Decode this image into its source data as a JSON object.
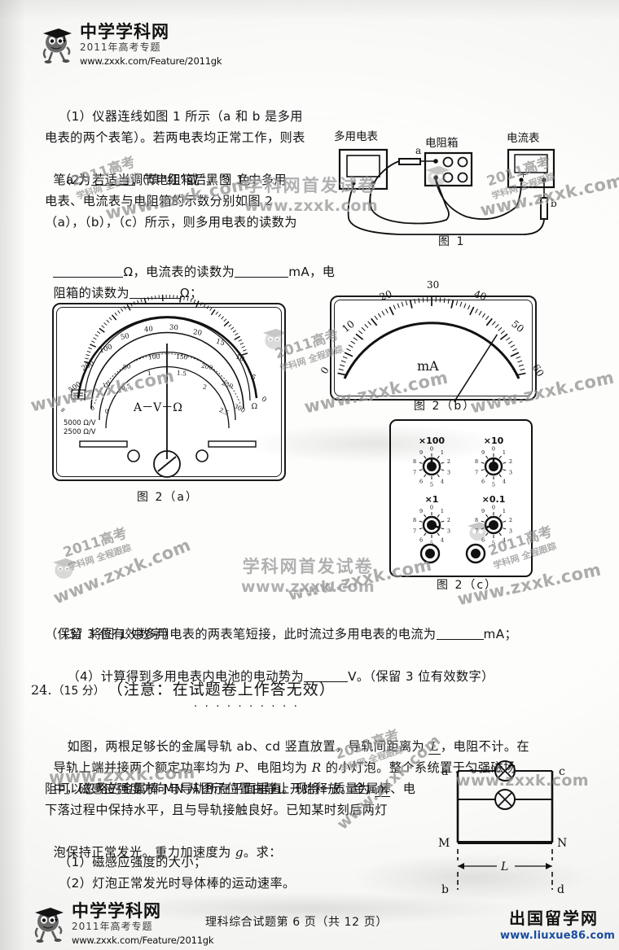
{
  "header": {
    "logo_cn": "中学学科网",
    "logo_sub": "2011年高考专题",
    "logo_url": "www.zxxk.com/Feature/2011gk"
  },
  "question23": {
    "p1": "（1）仪器连线如图 1 所示（a 和 b 是多用",
    "p1b": "电表的两个表笔）。若两电表均正常工作，则表",
    "p1c_pre": "笔a 为",
    "p1c_post": "（填“红”或“黑”）色；",
    "p2a": "（2）若适当调节电阻箱后，图 1 中多用",
    "p2b": "电表、电流表与电阻箱的示数分别如图 2",
    "p2c": "（a），（b），（c）所示，则多用电表的读数为",
    "p2d_pre": "",
    "p2d_mid": "Ω，电流表的读数为",
    "p2d_post": "mA，电",
    "p2e_pre": "阻箱的读数为",
    "p2e_post": "Ω；",
    "p3_pre": "（3）将图 1 中多用电表的两表笔短接，此时流过多用电表的电流为",
    "p3_post": "mA；",
    "p3b": "（保留 3 位有效数字）",
    "p4_pre": "（4）计算得到多用电表内电池的电动势为",
    "p4_post": "V。（保留 3 位有效数字）"
  },
  "fig1": {
    "caption": "图 1",
    "label_multimeter": "多用电表",
    "label_resistance_box": "电阻箱",
    "label_ammeter": "电流表",
    "probe_a": "a",
    "probe_b": "b",
    "ammeter_plus": "+",
    "ammeter_minus": "-"
  },
  "fig2a": {
    "caption": "图 2（a）",
    "center_label": "A－V－Ω",
    "sens1": "5000 Ω/V",
    "sens2": "2500 Ω/V",
    "ohm_unit": "Ω",
    "scale_ohm": [
      "∞",
      "500",
      "200",
      "100",
      "50",
      "40",
      "30",
      "20",
      "15",
      "10",
      "5",
      "0"
    ],
    "scale_mid": [
      "0",
      "10",
      "50",
      "100",
      "150",
      "200",
      "250",
      "300"
    ],
    "scale_dc": [
      "0",
      "0.5",
      "1",
      "1.5",
      "2",
      "2.5"
    ],
    "scale_dc2": [
      "0",
      "2",
      "4",
      "6",
      "8",
      "10"
    ],
    "scale_ac": [
      "0",
      "10",
      "20",
      "30",
      "40",
      "50"
    ]
  },
  "fig2b": {
    "caption": "图 2（b）",
    "unit": "mA",
    "ticks": [
      "0",
      "10",
      "20",
      "30",
      "40",
      "50",
      "60"
    ],
    "range_max": 60,
    "needle_value": 48.5
  },
  "fig2c": {
    "caption": "图 2（c）",
    "dials": [
      {
        "multiplier": "×100",
        "value": 0
      },
      {
        "multiplier": "×10",
        "value": 0
      },
      {
        "multiplier": "×1",
        "value": 3
      },
      {
        "multiplier": "×0.1",
        "value": 7
      }
    ],
    "dial_digits": [
      "0",
      "1",
      "2",
      "3",
      "4",
      "5",
      "6",
      "7",
      "8",
      "9"
    ]
  },
  "question24": {
    "number": "24.",
    "score": "（15 分）",
    "notice": "（注意：在试题卷上作答无效）",
    "l1": "如图，两根足够长的金属导轨 ab、cd 竖直放置，导轨间距离为 ",
    "l1_var": "L",
    "l1_end": "，电阻不计。在",
    "l2a": "导轨上端并接两个额定功率均为 ",
    "l2_p": "P",
    "l2b": "、电阻均为 ",
    "l2_r": "R",
    "l2c": " 的小灯泡。整个系统置于匀强磁场",
    "l3a": "中，磁感应强度方向与导轨所在平面垂直。现将一质量为 ",
    "l3_m": "m",
    "l3b": "、电",
    "l4": "阻可以忽略的金属棒 MN 从图示位置由静止开始释放。金属棒",
    "l5": "下落过程中保持水平，且与导轨接触良好。已知某时刻后两灯",
    "l6a": "泡保持正常发光。重力加速度为 ",
    "l6_g": "g",
    "l6b": "。求：",
    "sub1": "（1）磁感应强度的大小；",
    "sub2": "（2）灯泡正常发光时导体棒的运动速率。"
  },
  "fig24": {
    "rail_left_top": "a",
    "rail_right_top": "c",
    "rail_left_bottom": "b",
    "rail_right_bottom": "d",
    "bar_left": "M",
    "bar_right": "N",
    "dim_label": "L"
  },
  "watermarks": {
    "url": "www.zxxk.com",
    "badge_year": "2011高考",
    "badge_sub": "学科网 全程跟踪",
    "center_line1": "学科网首发试卷",
    "center_line2": "www.zxxk.com"
  },
  "footer": {
    "logo_cn": "中学学科网",
    "logo_sub": "2011年高考专题",
    "logo_url": "www.zxxk.com/Feature/2011gk",
    "page_info": "理科综合试题第 6 页（共 12 页）",
    "right_cn": "出国留学网",
    "right_url": "www.liuxue86.com"
  }
}
